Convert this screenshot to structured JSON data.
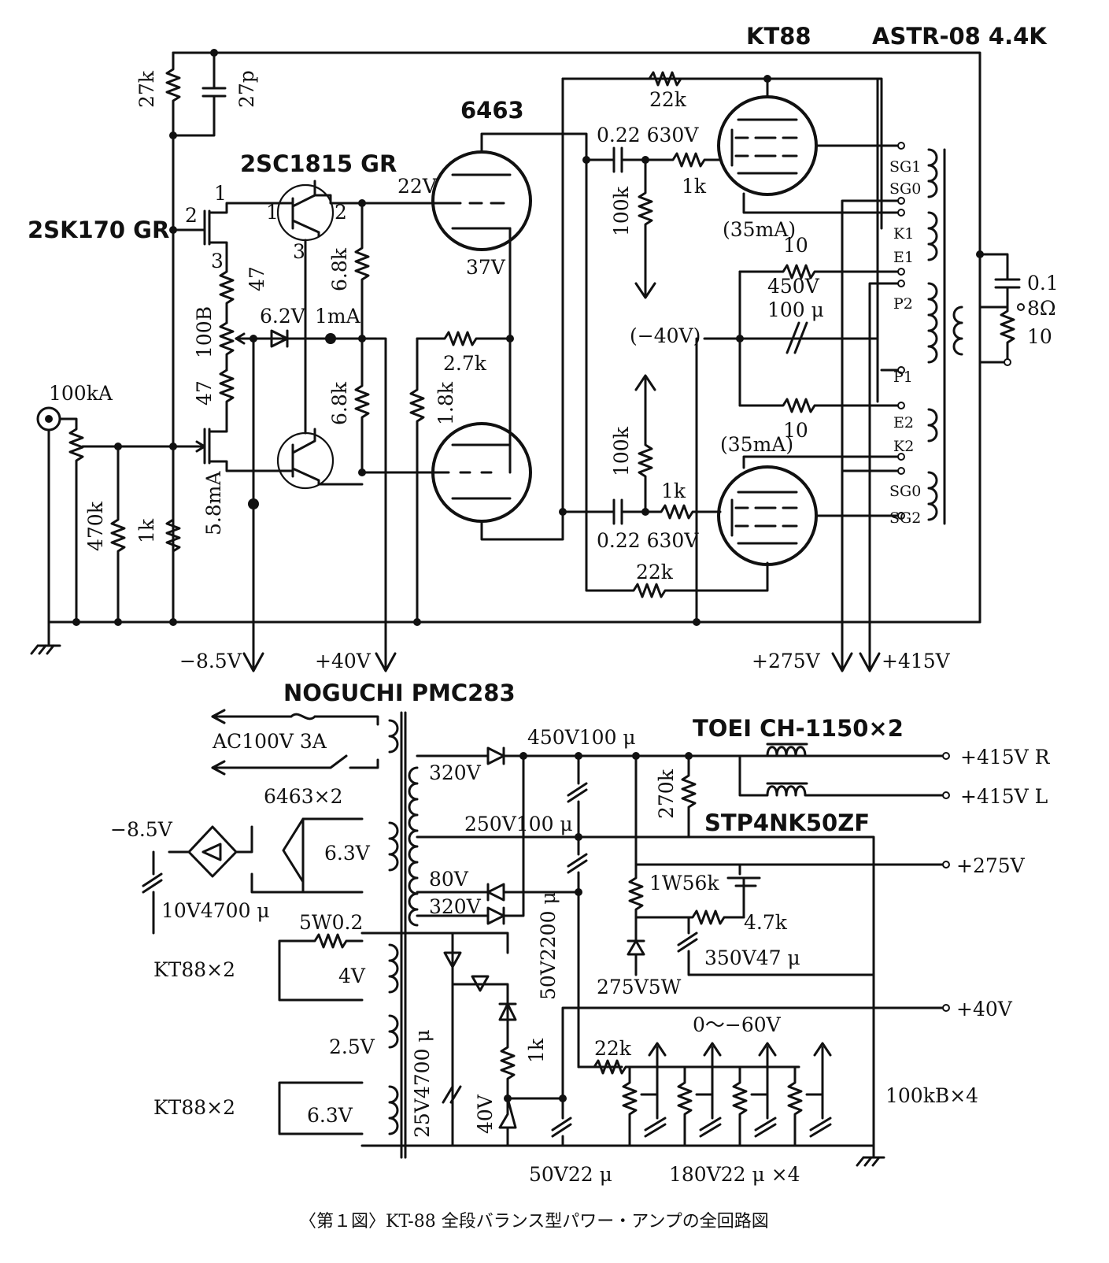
{
  "title_kt88": "KT88",
  "title_transformer": "ASTR-08 4.4K",
  "tube_6463": "6463",
  "transistor_2sc1815": "2SC1815 GR",
  "fet_2sk170": "2SK170 GR",
  "power_transformer": "NOGUCHI PMC283",
  "choke": "TOEI CH-1150×2",
  "mosfet": "STP4NK50ZF",
  "caption": "〈第１図〉KT-88 全段バランス型パワー・アンプの全回路図",
  "labels": {
    "r27k": "27k",
    "c27p": "27p",
    "pin1a": "1",
    "pin2a": "2",
    "pin3a": "3",
    "pin1b": "1",
    "pin2b": "2",
    "pin3b": "3",
    "r47a": "47",
    "r47b": "47",
    "r100b": "100B",
    "z62": "6.2V",
    "i1ma": "1mA",
    "v22": "22V",
    "v37": "37V",
    "r68ka": "6.8k",
    "r68kb": "6.8k",
    "r27kb": "2.7k",
    "r18k": "1.8k",
    "in100ka": "100kA",
    "r470k": "470k",
    "r1ka": "1k",
    "i58": "5.8mA",
    "c022a": "0.22 630V",
    "c022b": "0.22 630V",
    "r22ka": "22k",
    "r22kb": "22k",
    "r1kb": "1k",
    "r1kc": "1k",
    "r100ka": "100k",
    "r100kb": "100k",
    "bias": "(−40V)",
    "i35a": "(35mA)",
    "i35b": "(35mA)",
    "r10a": "10",
    "r10b": "10",
    "c450": "450V",
    "c100u": "100 μ",
    "tap_sg1": "SG1",
    "tap_sg0a": "SG0",
    "tap_k1": "K1",
    "tap_e1": "E1",
    "tap_p2": "P2",
    "tap_p1": "P1",
    "tap_e2": "E2",
    "tap_k2": "K2",
    "tap_sg0b": "SG0",
    "tap_sg2": "SG2",
    "c01": "0.1",
    "out8": "8Ω",
    "r10c": "10",
    "m85": "−8.5V",
    "p40": "+40V",
    "p275": "+275V",
    "p415": "+415V",
    "ac": "AC100V  3A",
    "h6463": "6463×2",
    "v63a": "6.3V",
    "m85b": "−8.5V",
    "c10v": "10V4700 μ",
    "r5w": "5W0.2",
    "kt88a": "KT88×2",
    "v4": "4V",
    "v25": "2.5V",
    "kt88b": "KT88×2",
    "v63b": "6.3V",
    "v320a": "320V",
    "v320b": "320V",
    "v80": "80V",
    "c450v100": "450V100 μ",
    "c250v100": "250V100 μ",
    "r270k": "270k",
    "out415r": "+415V R",
    "out415l": "+415V L",
    "out275": "+275V",
    "out40": "+40V",
    "r1w56k": "1W56k",
    "r47k": "4.7k",
    "c350": "350V47 μ",
    "z275": "275V5W",
    "c50v2200": "50V2200 μ",
    "c25v": "25V4700 μ",
    "r1kd": "1k",
    "z40": "40V",
    "r22kc": "22k",
    "range": "0～−60V",
    "pots": "100kB×4",
    "c50v22": "50V22 μ",
    "c180": "180V22 μ ×4"
  }
}
